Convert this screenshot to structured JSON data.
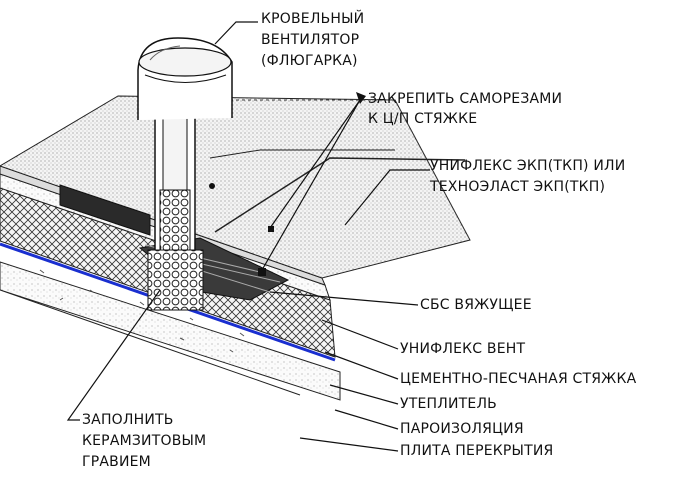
{
  "labels": {
    "fan": [
      "КРОВЕЛЬНЫЙ",
      "ВЕНТИЛЯТОР",
      "(ФЛЮГАРКА)"
    ],
    "screws": [
      "ЗАКРЕПИТЬ САМОРЕЗАМИ",
      "К Ц/П СТЯЖКЕ"
    ],
    "membrane": [
      "УНИФЛЕКС ЭКП(ТКП) ИЛИ",
      "ТЕХНОЭЛАСТ ЭКП(ТКП)"
    ],
    "binder": "СБС ВЯЖУЩЕЕ",
    "vent_layer": "УНИФЛЕКС ВЕНТ",
    "screed": "ЦЕМЕНТНО-ПЕСЧАНАЯ СТЯЖКА",
    "insulation": "УТЕПЛИТЕЛЬ",
    "vapor": "ПАРОИЗОЛЯЦИЯ",
    "slab": "ПЛИТА ПЕРЕКРЫТИЯ",
    "gravel": [
      "ЗАПОЛНИТЬ",
      "КЕРАМЗИТОВЫМ",
      "ГРАВИЕМ"
    ]
  },
  "colors": {
    "ink": "#111111",
    "vapor_barrier": "#1a2fd0",
    "membrane_fill": "#e9e9e9",
    "insulation_fill": "#f2f2f2"
  }
}
